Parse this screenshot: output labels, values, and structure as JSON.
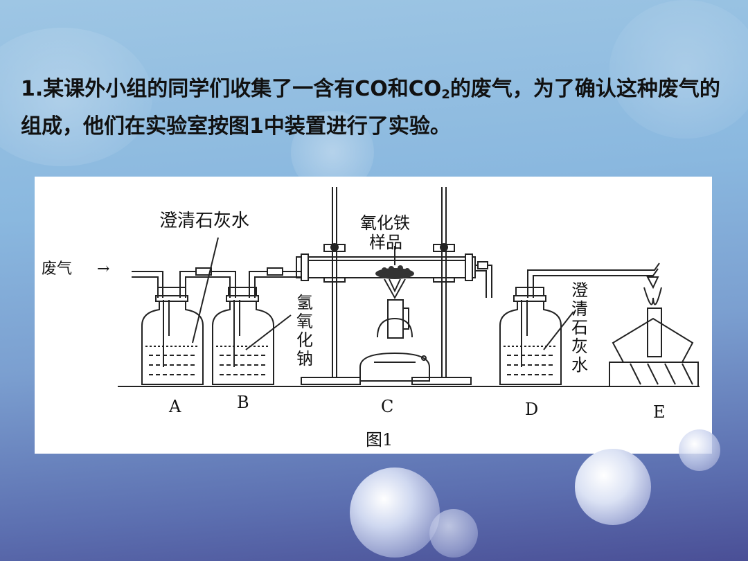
{
  "question": {
    "part1": "1.某课外小组的同学们收集了一含有CO和CO",
    "sub": "2",
    "part2": "的废气，为了确认这种废气的组成，他们在实验室按图1中装置进行了实验。"
  },
  "figure": {
    "gas_in_label": "废气",
    "gas_in_arrow": "→",
    "limewater_label_top": "澄清石灰水",
    "iron_oxide_label_1": "氧化铁",
    "iron_oxide_label_2": "样品",
    "naoh_label": [
      "氢",
      "氧",
      "化",
      "钠"
    ],
    "limewater_label_right": [
      "澄",
      "清",
      "石",
      "灰",
      "水"
    ],
    "letters": [
      "A",
      "B",
      "C",
      "D",
      "E"
    ],
    "caption": "图1"
  }
}
